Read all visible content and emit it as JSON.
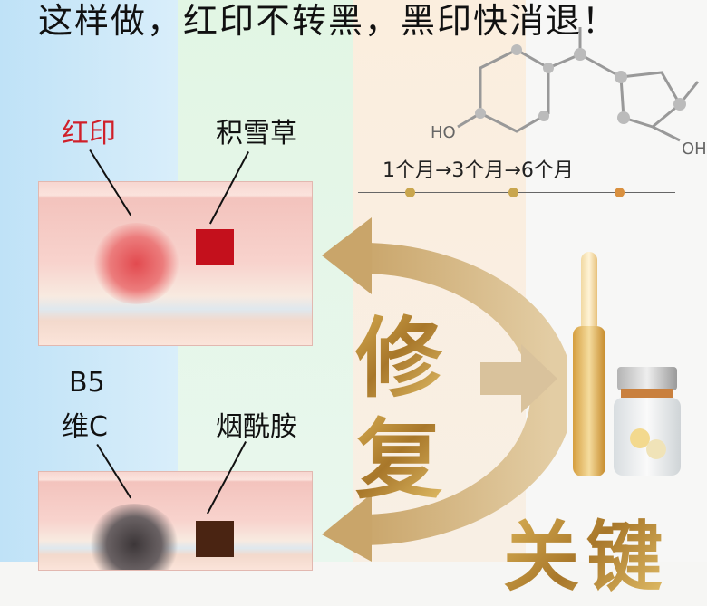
{
  "title": "这样做，红印不转黑，黑印快消退！",
  "top_panel": {
    "left_label": "红印",
    "right_label": "积雪草",
    "spot_color": "#d0202a",
    "square_color": "#c4101c"
  },
  "bottom_panel": {
    "left_label_1": "B5",
    "left_label_2": "维C",
    "right_label": "烟酰胺",
    "spot_color": "#4a4447",
    "square_color": "#4a2412"
  },
  "molecule": {
    "ho_label": "HO",
    "oh_label": "OH"
  },
  "timeline": {
    "text": "1个月→3个月→6个月"
  },
  "center_text": {
    "char1": "修",
    "char2": "复"
  },
  "bottom_text": "关键",
  "colors": {
    "gold": "#c99a3a"
  }
}
